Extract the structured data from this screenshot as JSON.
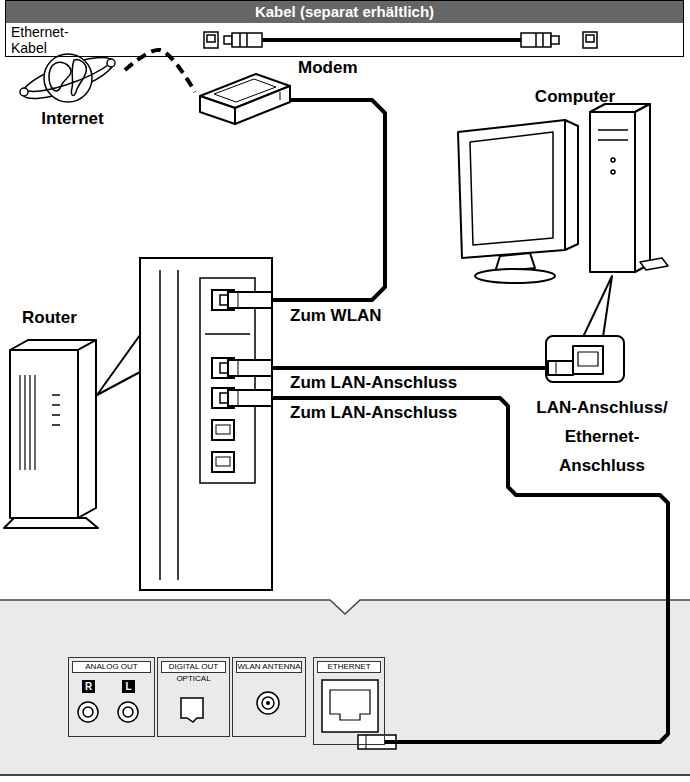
{
  "diagram": {
    "nodes": [
      {
        "text": [
          "Kabel (separat erhältlich)",
          "Ethernet- Kabel"
        ]
      },
      {
        "text": [
          "Internet"
        ]
      },
      {
        "text": [
          "Modem"
        ]
      },
      {
        "text": [
          "Computer"
        ]
      },
      {
        "text": [
          "Router"
        ]
      },
      {
        "text": [
          "LAN-Anschluss/ Ethernet- Anschluss"
        ]
      },
      {
        "text": [
          "ANALOG OUT",
          "R",
          "L"
        ]
      },
      {
        "text": [
          "DIGITAL OUT",
          "OPTICAL"
        ]
      },
      {
        "text": [
          "WLAN ANTENNA"
        ]
      },
      {
        "text": [
          "ETHERNET"
        ]
      }
    ],
    "edges": [
      {
        "from": 1,
        "to": 2,
        "arrow": "none"
      },
      {
        "from": 2,
        "to": 4,
        "label": "Zum WLAN",
        "arrow": "none"
      },
      {
        "from": 4,
        "to": 5,
        "label": "Zum LAN-Anschluss",
        "arrow": "none"
      },
      {
        "from": 4,
        "to": 9,
        "label": "Zum LAN-Anschluss",
        "arrow": "none"
      }
    ]
  }
}
